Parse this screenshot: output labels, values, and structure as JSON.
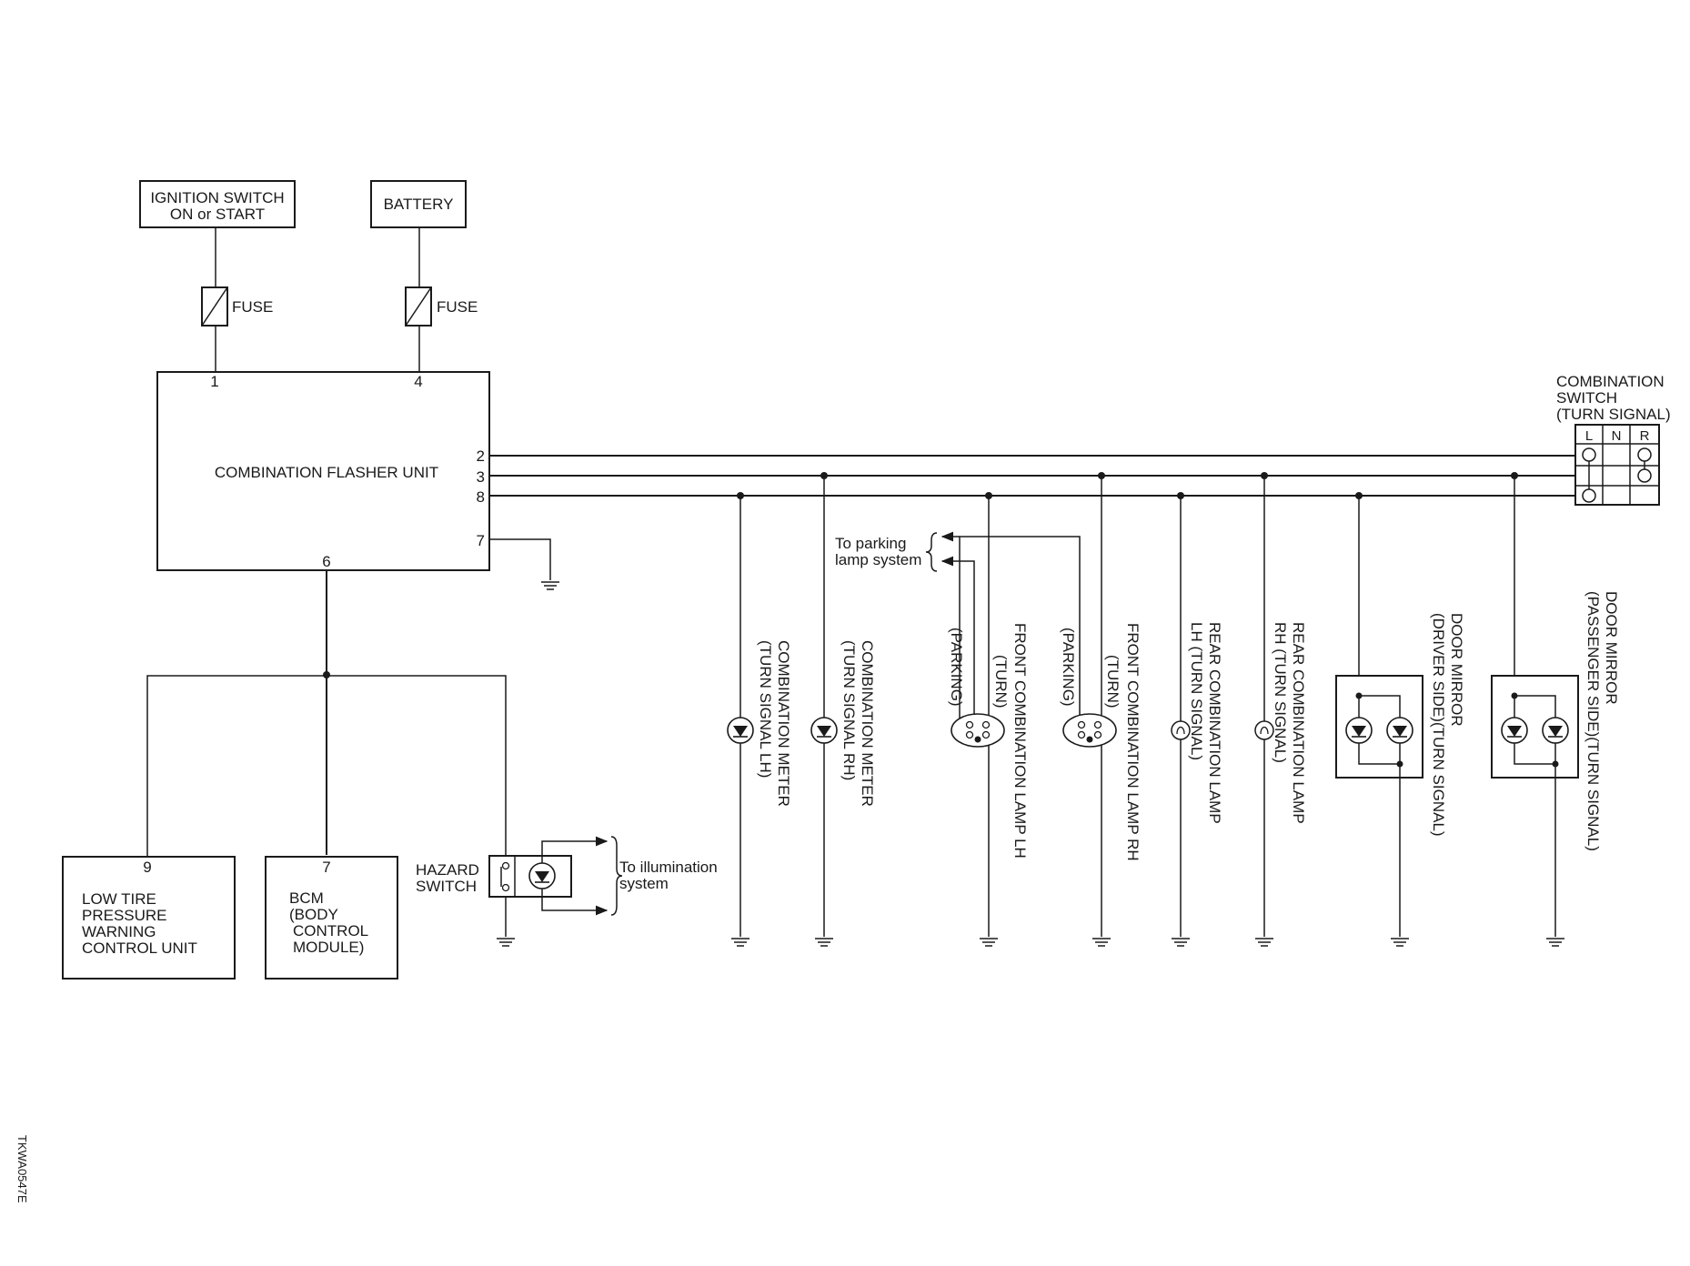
{
  "sources": {
    "ignition_line1": "IGNITION SWITCH",
    "ignition_line2": "ON or START",
    "battery": "BATTERY",
    "fuse1": "FUSE",
    "fuse2": "FUSE"
  },
  "flasher": {
    "title": "COMBINATION FLASHER UNIT",
    "pins": {
      "p1": "1",
      "p4": "4",
      "p2": "2",
      "p3": "3",
      "p8": "8",
      "p7": "7",
      "p6": "6"
    }
  },
  "combination_switch": {
    "line1": "COMBINATION",
    "line2": "SWITCH",
    "line3": "(TURN SIGNAL)",
    "cols": [
      "L",
      "N",
      "R"
    ]
  },
  "parking_note": {
    "line1": "To parking",
    "line2": "lamp system"
  },
  "illumination_note": {
    "line1": "To illumination",
    "line2": "system"
  },
  "hazard": {
    "line1": "HAZARD",
    "line2": "SWITCH"
  },
  "low_tire": {
    "pin": "9",
    "lines": [
      "LOW TIRE",
      "PRESSURE",
      "WARNING",
      "CONTROL UNIT"
    ]
  },
  "bcm": {
    "pin": "7",
    "lines": [
      "BCM",
      "(BODY",
      "CONTROL",
      "MODULE)"
    ]
  },
  "loads": {
    "meter_lh": [
      "COMBINATION METER",
      "(TURN SIGNAL LH)"
    ],
    "meter_rh": [
      "COMBINATION METER",
      "(TURN SIGNAL RH)"
    ],
    "front_lh": [
      "FRONT COMBINATION LAMP LH",
      "(TURN)",
      "(PARKING)"
    ],
    "front_rh": [
      "FRONT COMBINATION LAMP RH",
      "(TURN)",
      "(PARKING)"
    ],
    "rear_lh": [
      "REAR COMBINATION LAMP",
      "LH (TURN SIGNAL)"
    ],
    "rear_rh": [
      "REAR COMBINATION LAMP",
      "RH (TURN SIGNAL)"
    ],
    "mirror_driver": [
      "DOOR MIRROR",
      "(DRIVER SIDE)(TURN SIGNAL)"
    ],
    "mirror_passenger": [
      "DOOR MIRROR",
      "(PASSENGER SIDE)(TURN SIGNAL)"
    ]
  },
  "figure_code": "TKWA0547E"
}
